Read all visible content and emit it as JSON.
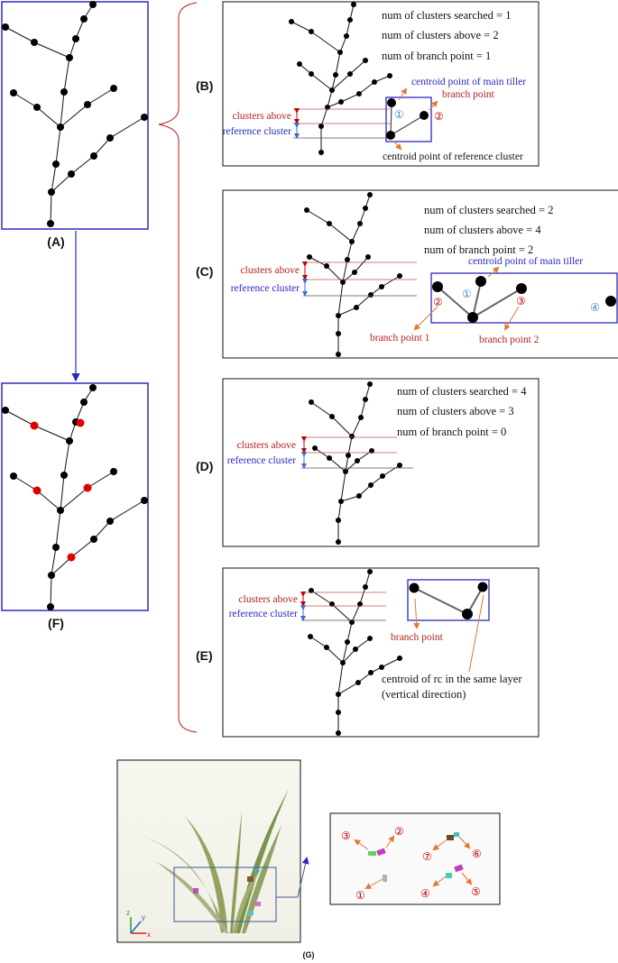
{
  "labels": {
    "A": "(A)",
    "B": "(B)",
    "C": "(C)",
    "D": "(D)",
    "E": "(E)",
    "F": "(F)",
    "G": "(G)"
  },
  "panel_b": {
    "line1": "num of clusters searched = 1",
    "line2": "num of clusters above = 2",
    "line3": "num of branch point = 1",
    "main_tiller": "centroid point of main tiller",
    "branch_point": "branch point",
    "ref_centroid": "centroid point of reference cluster",
    "clusters_above": "clusters above",
    "reference_cluster": "reference cluster",
    "m1": "①",
    "m2": "②"
  },
  "panel_c": {
    "line1": "num of clusters searched = 2",
    "line2": "num of clusters above = 4",
    "line3": "num of branch point = 2",
    "main_tiller": "centroid point of main tiller",
    "branch1": "branch point 1",
    "branch2": "branch point 2",
    "clusters_above": "clusters above",
    "reference_cluster": "reference cluster",
    "m1": "①",
    "m2": "②",
    "m3": "③",
    "m4": "④"
  },
  "panel_d": {
    "line1": "num of clusters searched = 4",
    "line2": "num of clusters above = 3",
    "line3": "num of branch point = 0",
    "clusters_above": "clusters above",
    "reference_cluster": "reference cluster"
  },
  "panel_e": {
    "branch_point": "branch point",
    "centroid_line1": "centroid of rc in the same layer",
    "centroid_line2": "(vertical direction)",
    "clusters_above": "clusters above",
    "reference_cluster": "reference cluster"
  },
  "panel_g": {
    "axis_x": "x",
    "axis_y": "y",
    "axis_z": "z",
    "m1": "①",
    "m2": "②",
    "m3": "③",
    "m4": "④",
    "m5": "⑤",
    "m6": "⑥",
    "m7": "⑦"
  },
  "colors": {
    "frame_blue": "#2a2ac0",
    "label_red": "#b22222",
    "arrow_orange": "#e07830",
    "branch_red": "#e00000",
    "plant_green": "#8a9a50"
  }
}
